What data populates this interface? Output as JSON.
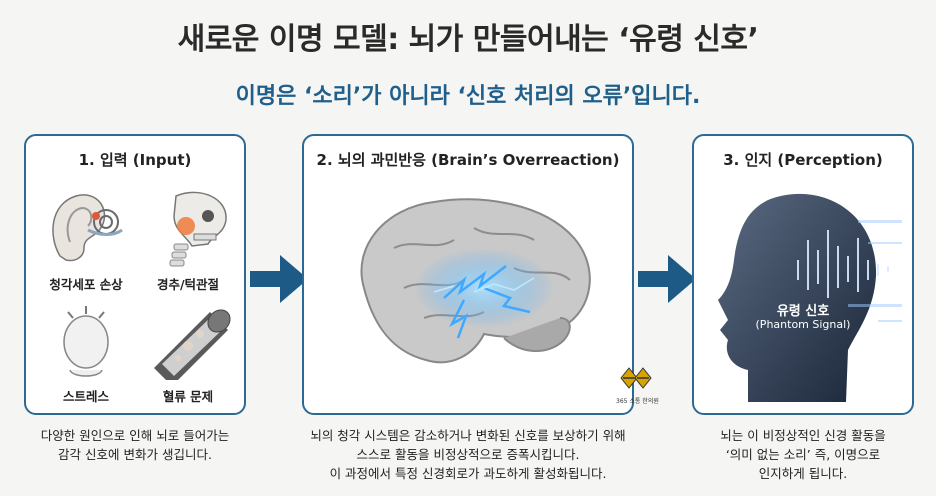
{
  "title": "새로운 이명 모델: 뇌가 만들어내는 ‘유령 신호’",
  "subtitle": "이명은 ‘소리’가 아니라 ‘신호 처리의 오류’입니다.",
  "panels": [
    {
      "title": "1. 입력 (Input)",
      "cells": [
        "청각세포 손상",
        "경추/턱관절",
        "스트레스",
        "혈류 문제"
      ]
    },
    {
      "title": "2. 뇌의 과민반응 (Brain’s Overreaction)",
      "logo_text": "365 소통 한의원"
    },
    {
      "title": "3. 인지 (Perception)",
      "overlay_main": "유령 신호",
      "overlay_sub": "(Phantom Signal)"
    }
  ],
  "descriptions": [
    [
      "다양한 원인으로 인해 뇌로 들어가는",
      "감각 신호에 변화가 생깁니다."
    ],
    [
      "뇌의 청각 시스템은 감소하거나 변화된 신호를 보상하기 위해",
      "스스로 활동을 비정상적으로 증폭시킵니다.",
      "이 과정에서 특정 신경회로가 과도하게 활성화됩니다."
    ],
    [
      "뇌는 이 비정상적인 신경 활동을",
      "‘의미 없는 소리’ 즉, 이명으로",
      "인지하게 됩니다."
    ]
  ],
  "colors": {
    "accent": "#1f5f8b",
    "border": "#2c6a93",
    "arrow": "#1d5a85",
    "spark": "#3fa9ff"
  }
}
